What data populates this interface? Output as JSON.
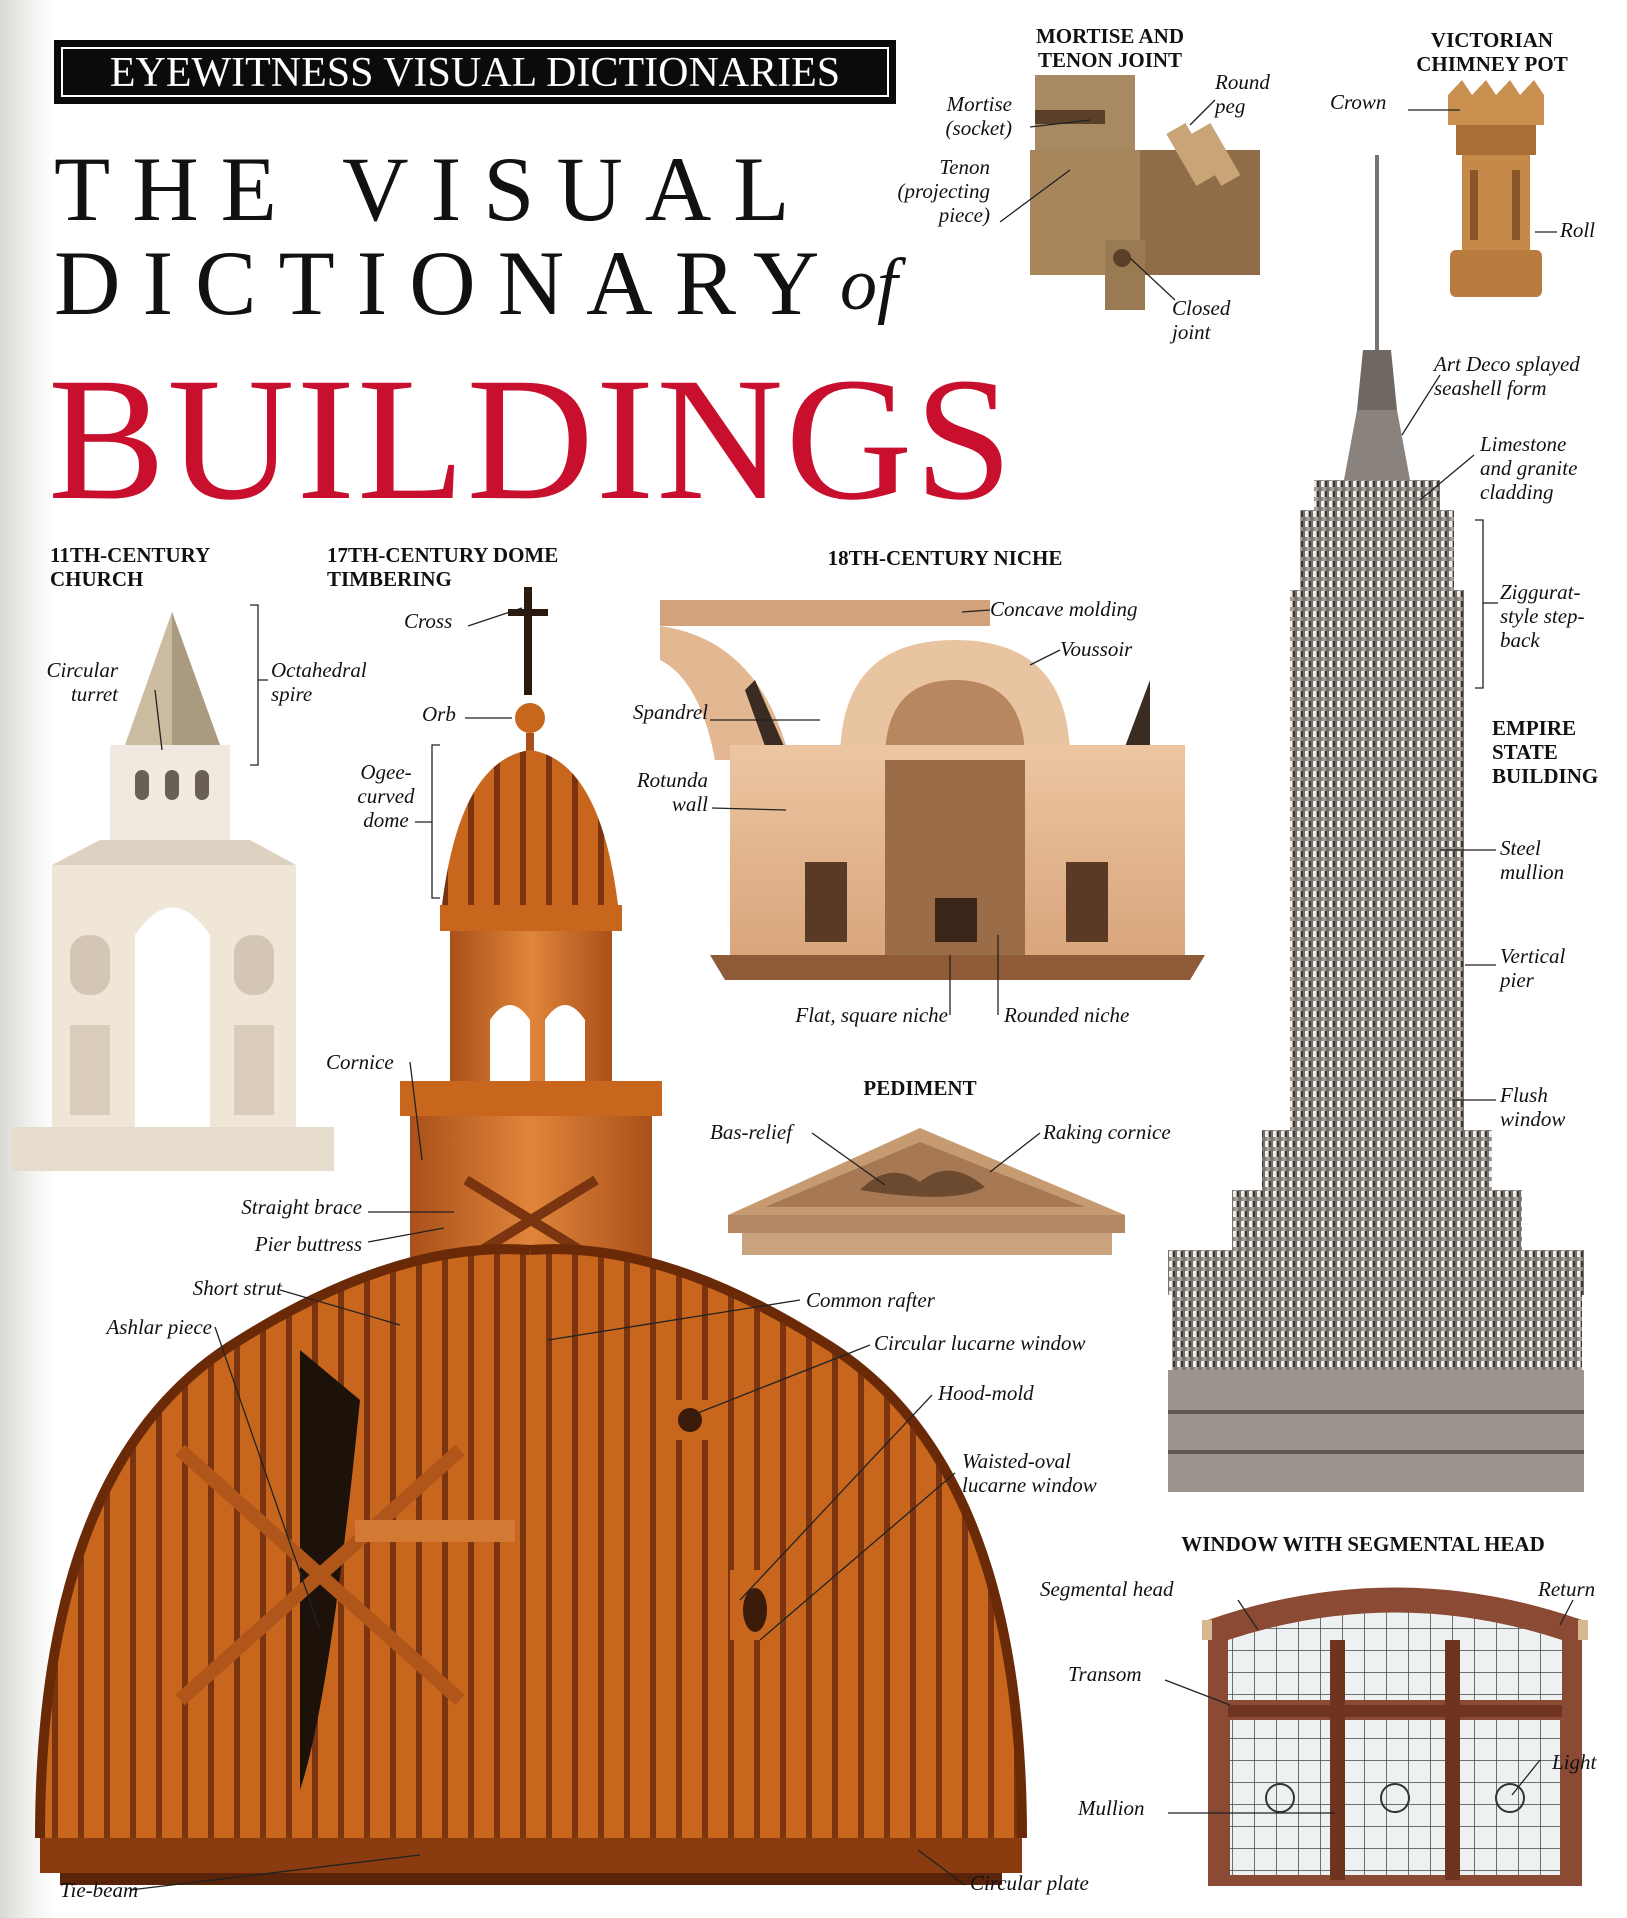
{
  "cover": {
    "series": "EYEWITNESS VISUAL DICTIONARIES",
    "title_line1": "THE VISUAL",
    "title_line2": "DICTIONARY",
    "title_of": "of",
    "title_main": "BUILDINGS"
  },
  "sections": {
    "mortise": {
      "heading": [
        "MORTISE AND",
        "TENON JOINT"
      ],
      "labels": {
        "mortise": [
          "Mortise",
          "(socket)"
        ],
        "round_peg": [
          "Round",
          "peg"
        ],
        "tenon": [
          "Tenon",
          "(projecting",
          "piece)"
        ],
        "closed_joint": [
          "Closed",
          "joint"
        ]
      }
    },
    "chimney": {
      "heading": [
        "VICTORIAN",
        "CHIMNEY POT"
      ],
      "labels": {
        "crown": "Crown",
        "roll": "Roll"
      }
    },
    "church": {
      "heading": [
        "11TH-CENTURY",
        "CHURCH"
      ],
      "labels": {
        "circular_turret": [
          "Circular",
          "turret"
        ],
        "octahedral_spire": [
          "Octahedral",
          "spire"
        ]
      }
    },
    "dome": {
      "heading": [
        "17TH-CENTURY DOME",
        "TIMBERING"
      ],
      "labels": {
        "cross": "Cross",
        "orb": "Orb",
        "ogee": [
          "Ogee-",
          "curved",
          "dome"
        ],
        "cornice": "Cornice",
        "straight_brace": "Straight brace",
        "pier_buttress": "Pier buttress",
        "short_strut": "Short strut",
        "ashlar_piece": "Ashlar piece",
        "common_rafter": "Common rafter",
        "circular_lucarne": "Circular lucarne window",
        "hood_mold": "Hood-mold",
        "waisted_oval": [
          "Waisted-oval",
          "lucarne window"
        ],
        "tie_beam": "Tie-beam",
        "circular_plate": "Circular plate"
      }
    },
    "niche": {
      "heading": "18TH-CENTURY NICHE",
      "labels": {
        "concave_molding": "Concave molding",
        "voussoir": "Voussoir",
        "spandrel": "Spandrel",
        "rotunda_wall": [
          "Rotunda",
          "wall"
        ],
        "flat_square_niche": "Flat, square niche",
        "rounded_niche": "Rounded niche"
      }
    },
    "pediment": {
      "heading": "PEDIMENT",
      "labels": {
        "bas_relief": "Bas-relief",
        "raking_cornice": "Raking cornice"
      }
    },
    "empire": {
      "heading": [
        "EMPIRE",
        "STATE",
        "BUILDING"
      ],
      "labels": {
        "art_deco": [
          "Art Deco splayed",
          "seashell form"
        ],
        "limestone": [
          "Limestone",
          "and granite",
          "cladding"
        ],
        "ziggurat": [
          "Ziggurat-",
          "style step-",
          "back"
        ],
        "steel_mullion": [
          "Steel",
          "mullion"
        ],
        "vertical_pier": [
          "Vertical",
          "pier"
        ],
        "flush_window": [
          "Flush",
          "window"
        ]
      }
    },
    "window": {
      "heading": "WINDOW WITH SEGMENTAL HEAD",
      "labels": {
        "segmental_head": "Segmental head",
        "return": "Return",
        "transom": "Transom",
        "light": "Light",
        "mullion": "Mullion"
      }
    }
  },
  "colors": {
    "title_red": "#c8102e",
    "wood_orange": "#c8661e",
    "wood_dark": "#7a3410",
    "stone_light": "#efe9df",
    "niche_tan": "#e0b48c",
    "empire_gray": "#8e8680",
    "window_frame": "#8a4a33"
  }
}
